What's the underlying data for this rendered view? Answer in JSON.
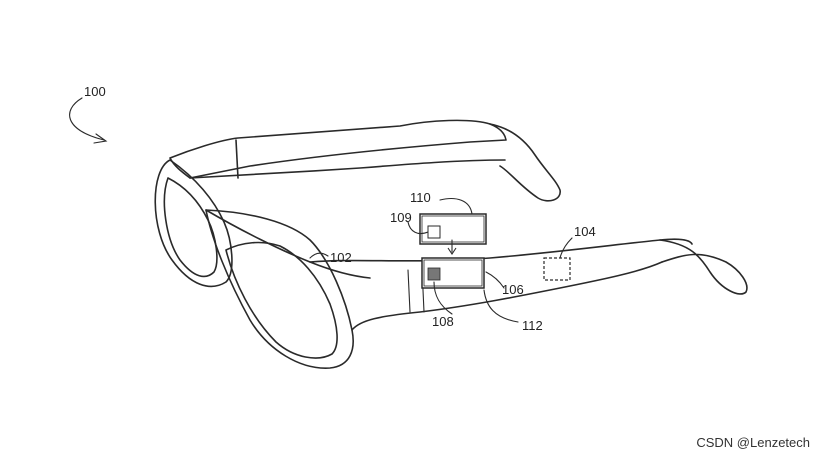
{
  "figure": {
    "ref_100": "100",
    "ref_102": "102",
    "ref_104": "104",
    "ref_106": "106",
    "ref_108": "108",
    "ref_109": "109",
    "ref_110": "110",
    "ref_112": "112"
  },
  "watermark": "CSDN @Lenzetech"
}
